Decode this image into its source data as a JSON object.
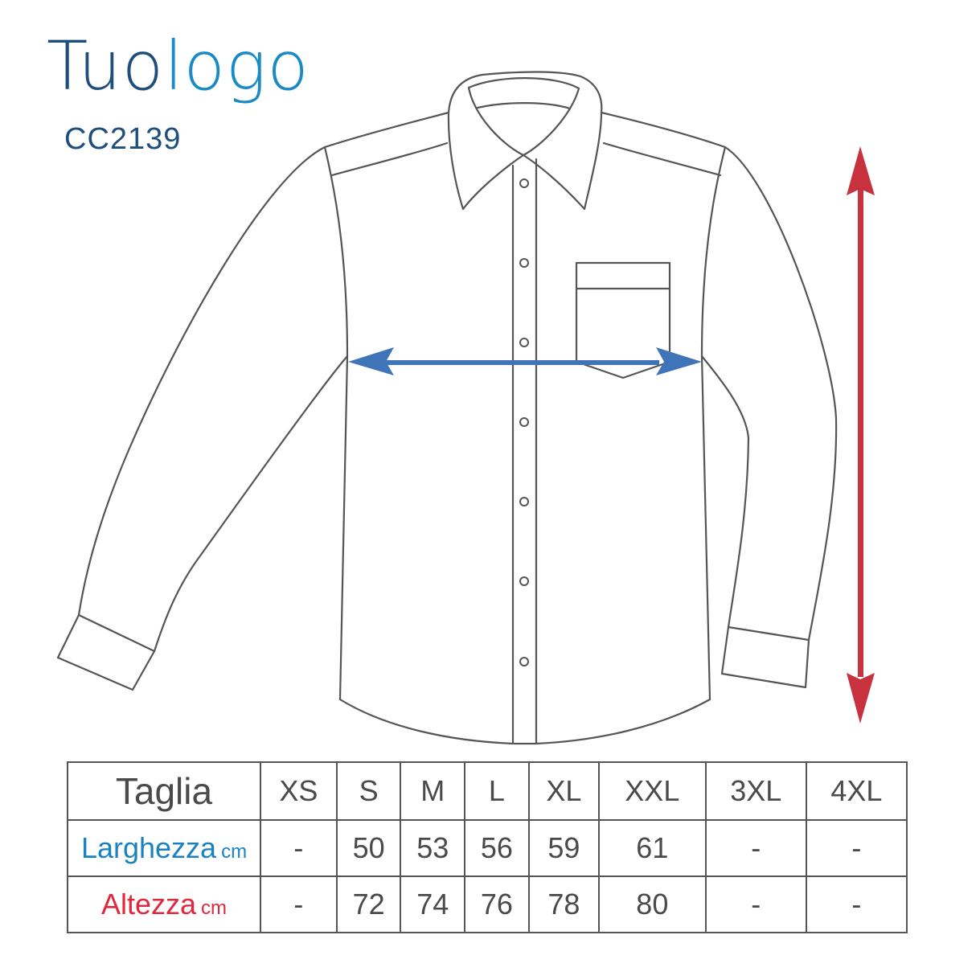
{
  "brand": {
    "logo_part1": "Tuo",
    "logo_part2": "logo",
    "product_code": "CC2139",
    "colors": {
      "dark": "#1f4e7d",
      "light": "#1a8ac6"
    }
  },
  "diagram": {
    "garment": "long-sleeve shirt",
    "width_arrow": {
      "color": "#3f75b8",
      "label_ref": "Larghezza"
    },
    "length_arrow": {
      "color": "#c8323f",
      "label_ref": "Altezza"
    },
    "button_count": 7
  },
  "size_table": {
    "header_label": "Taglia",
    "sizes": [
      "XS",
      "S",
      "M",
      "L",
      "XL",
      "XXL",
      "3XL",
      "4XL"
    ],
    "rows": [
      {
        "label": "Larghezza",
        "unit": "cm",
        "color": "#1a82bf",
        "values": [
          "-",
          "50",
          "53",
          "56",
          "59",
          "61",
          "-",
          "-"
        ]
      },
      {
        "label": "Altezza",
        "unit": "cm",
        "color": "#e0283c",
        "values": [
          "-",
          "72",
          "74",
          "76",
          "78",
          "80",
          "-",
          "-"
        ]
      }
    ]
  }
}
